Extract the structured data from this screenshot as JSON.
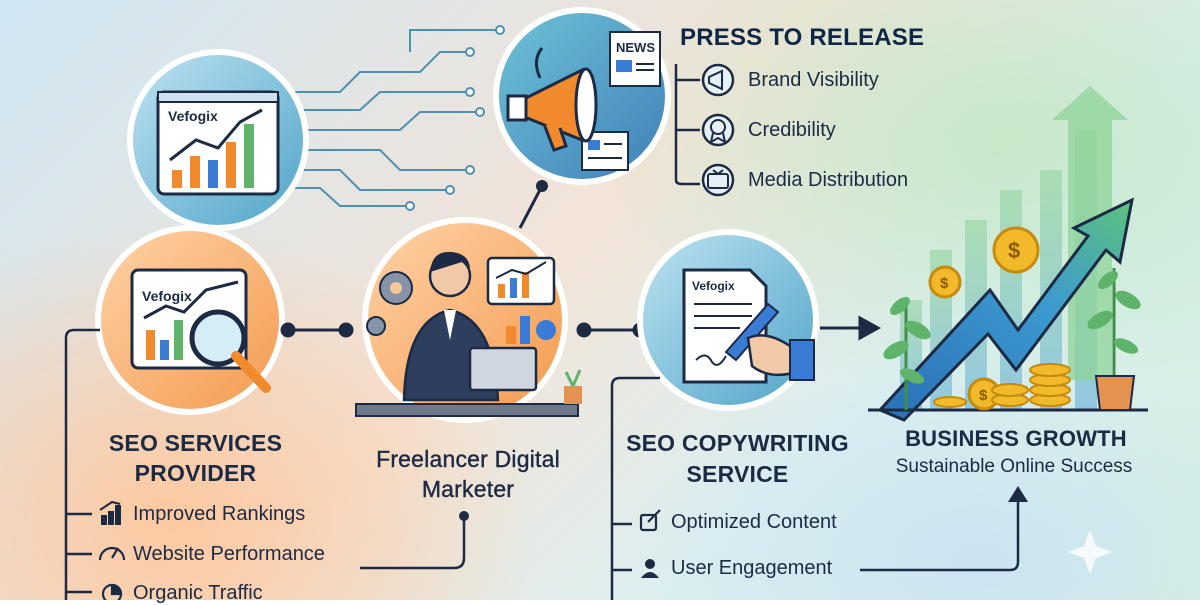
{
  "logo_text": "Vefogix",
  "press": {
    "title": "PRESS TO RELEASE",
    "news_label": "NEWS",
    "items": [
      {
        "label": "Brand Visibility",
        "icon": "megaphone-icon"
      },
      {
        "label": "Credibility",
        "icon": "badge-icon"
      },
      {
        "label": "Media Distribution",
        "icon": "tv-icon"
      }
    ]
  },
  "seo_services": {
    "title": "SEO SERVICES PROVIDER",
    "items": [
      {
        "label": "Improved Rankings",
        "icon": "bar-chart-icon"
      },
      {
        "label": "Website Performance",
        "icon": "gauge-icon"
      },
      {
        "label": "Organic Traffic",
        "icon": "pie-chart-icon"
      }
    ]
  },
  "freelancer": {
    "title": "Freelancer Digital Marketer"
  },
  "copywriting": {
    "title": "SEO COPYWRITING SERVICE",
    "items": [
      {
        "label": "Optimized Content",
        "icon": "edit-icon"
      },
      {
        "label": "User Engagement",
        "icon": "user-icon"
      }
    ]
  },
  "business": {
    "title": "BUSINESS GROWTH",
    "subtitle": "Sustainable Online Success"
  },
  "colors": {
    "navy": "#1c2a44",
    "orange": "#f08a2c",
    "teal": "#2f8fa8",
    "green": "#5fb36a",
    "blue": "#3a7bd5",
    "gold": "#f2b92a"
  }
}
